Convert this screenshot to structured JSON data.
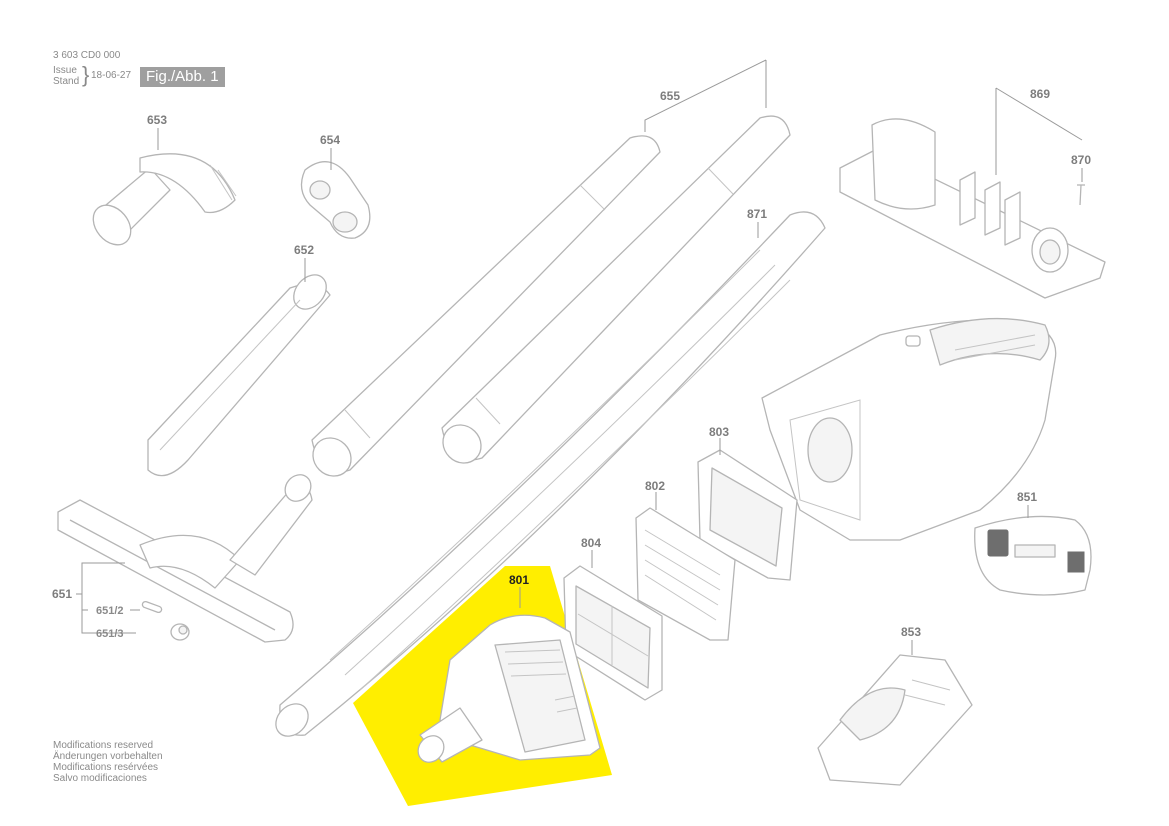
{
  "header": {
    "doc_number": "3 603 CD0 000",
    "issue_label": "Issue",
    "stand_label": "Stand",
    "date": "18-06-27",
    "figure": "Fig./Abb. 1"
  },
  "footer": {
    "notes": [
      "Modifications reserved",
      "Änderungen vorbehalten",
      "Modifications resérvées",
      "Salvo modificaciones"
    ]
  },
  "parts": {
    "p653": "653",
    "p654": "654",
    "p652": "652",
    "p655": "655",
    "p871": "871",
    "p869": "869",
    "p870": "870",
    "p651": "651",
    "p651_2": "651/2",
    "p651_3": "651/3",
    "p801": "801",
    "p804": "804",
    "p802": "802",
    "p803": "803",
    "p851": "851",
    "p853": "853"
  },
  "highlight": {
    "part": "801",
    "color": "#ffee00"
  },
  "colors": {
    "line_art": "#b5b5b5",
    "label": "#7d7d7d",
    "badge": "#9f9f9f"
  }
}
